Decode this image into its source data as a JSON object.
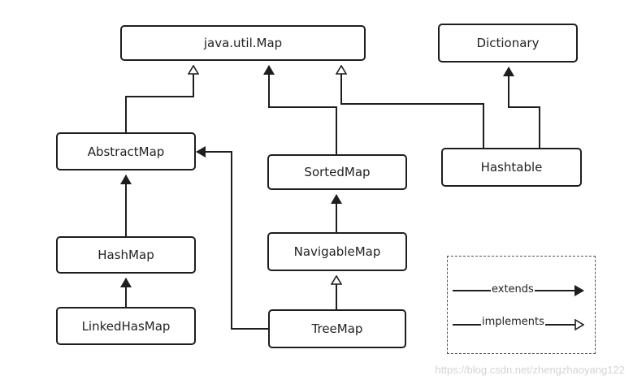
{
  "nodes": {
    "map": "java.util.Map",
    "dictionary": "Dictionary",
    "abstract_map": "AbstractMap",
    "sorted_map": "SortedMap",
    "hashtable": "Hashtable",
    "hash_map": "HashMap",
    "navigable_map": "NavigableMap",
    "linked_hash_map": "LinkedHasMap",
    "tree_map": "TreeMap"
  },
  "edges": [
    {
      "from": "AbstractMap",
      "to": "java.util.Map",
      "kind": "implements"
    },
    {
      "from": "SortedMap",
      "to": "java.util.Map",
      "kind": "extends"
    },
    {
      "from": "Hashtable",
      "to": "java.util.Map",
      "kind": "implements"
    },
    {
      "from": "Hashtable",
      "to": "Dictionary",
      "kind": "extends"
    },
    {
      "from": "HashMap",
      "to": "AbstractMap",
      "kind": "extends"
    },
    {
      "from": "LinkedHasMap",
      "to": "HashMap",
      "kind": "extends"
    },
    {
      "from": "NavigableMap",
      "to": "SortedMap",
      "kind": "extends"
    },
    {
      "from": "TreeMap",
      "to": "NavigableMap",
      "kind": "implements"
    },
    {
      "from": "TreeMap",
      "to": "AbstractMap",
      "kind": "extends"
    }
  ],
  "legend": {
    "extends": "extends",
    "implements": "implements"
  },
  "watermark": "https://blog.csdn.net/zhengzhaoyang122"
}
